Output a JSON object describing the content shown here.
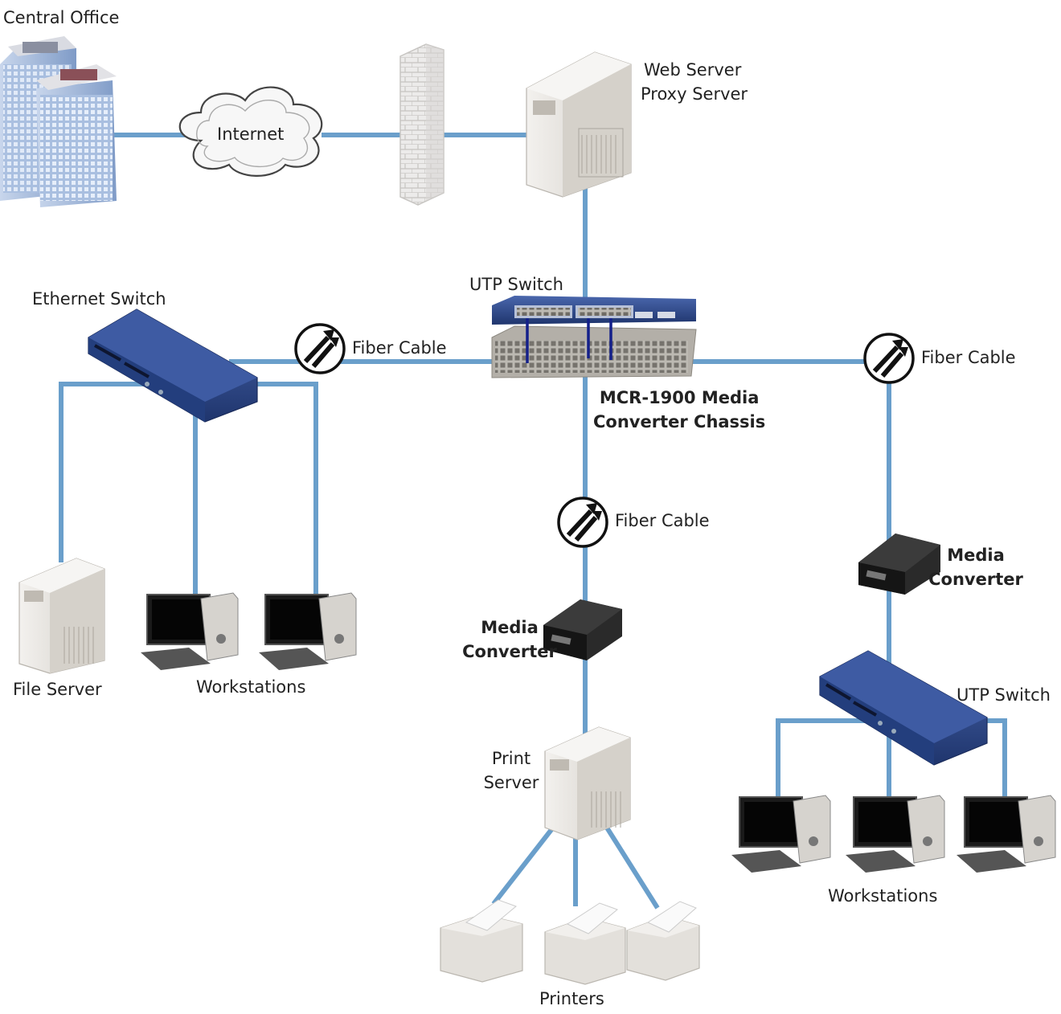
{
  "labels": {
    "central_office": "Central Office",
    "internet": "Internet",
    "web_server_line1": "Web Server",
    "web_server_line2": "Proxy Server",
    "utp_switch_top": "UTP Switch",
    "ethernet_switch": "Ethernet Switch",
    "fiber_cable_left": "Fiber Cable",
    "fiber_cable_right": "Fiber Cable",
    "fiber_cable_center": "Fiber Cable",
    "chassis_line1": "MCR-1900 Media",
    "chassis_line2": "Converter Chassis",
    "media_converter_center_line1": "Media",
    "media_converter_center_line2": "Converter",
    "media_converter_right_line1": "Media",
    "media_converter_right_line2": "Converter",
    "file_server": "File Server",
    "workstations_left": "Workstations",
    "print_server_line1": "Print",
    "print_server_line2": "Server",
    "utp_switch_right": "UTP Switch",
    "workstations_right": "Workstations",
    "printers": "Printers"
  },
  "colors": {
    "link": "#6a9fcb",
    "switch_blue": "#2e4b8e",
    "device_gray": "#e4e1dc",
    "building_blue": "#9db4d6"
  }
}
